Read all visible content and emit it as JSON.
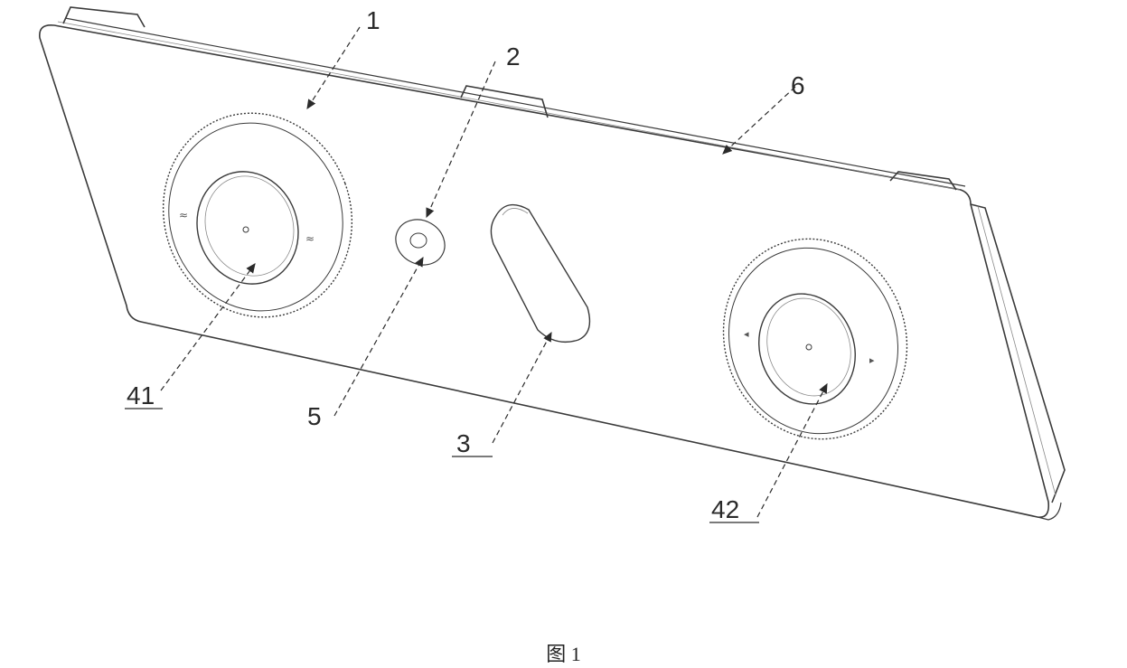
{
  "labels": {
    "l1": "1",
    "l2": "2",
    "l3": "3",
    "l5": "5",
    "l41": "41",
    "l42": "42",
    "l6": "6"
  },
  "caption": "图 1",
  "colors": {
    "line": "#3a3a3a",
    "faint": "#8a8a8a",
    "background": "#ffffff"
  }
}
